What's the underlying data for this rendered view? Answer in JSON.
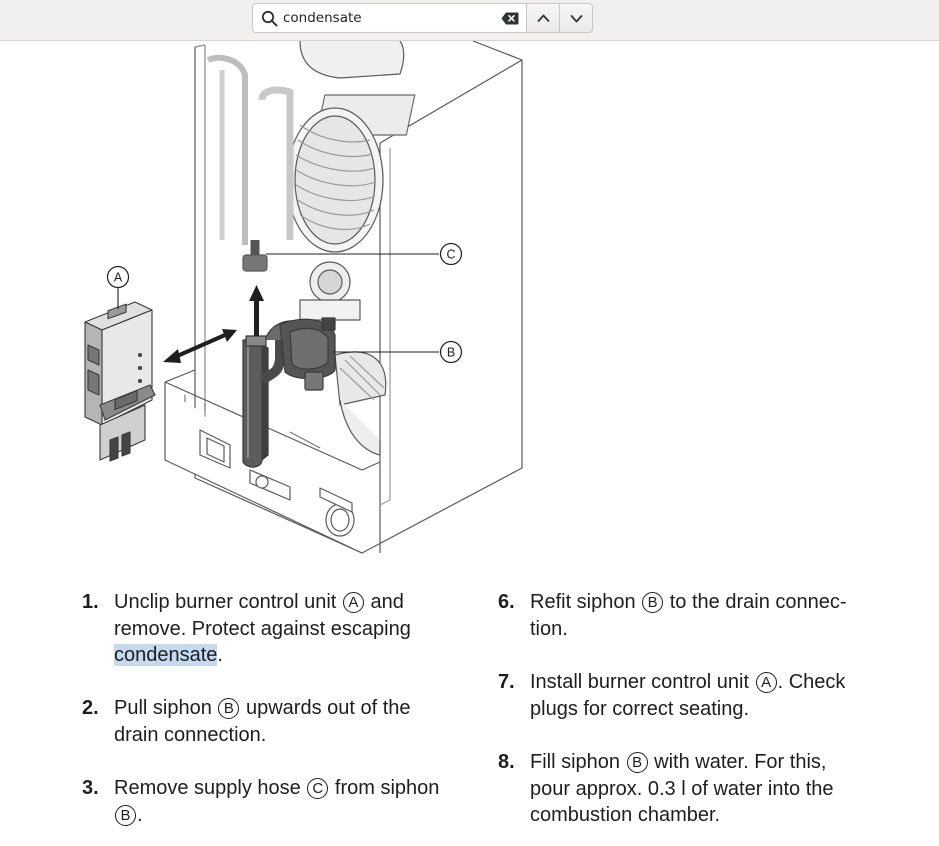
{
  "find_bar": {
    "query": "condensate"
  },
  "diagram": {
    "callouts": {
      "a": "A",
      "b": "B",
      "c": "C"
    }
  },
  "steps": [
    {
      "num": "1.",
      "before": "Unclip burner control unit",
      "marker": "A",
      "line1_end": "and",
      "line2": "remove. Protect against escaping",
      "highlight": "condensate",
      "after": "."
    },
    {
      "num": "2.",
      "before": "Pull siphon",
      "marker": "B",
      "line1_end": "upwards out of the",
      "line2": "drain connection."
    },
    {
      "num": "3.",
      "before": "Remove supply hose",
      "marker": "C",
      "line1_end": "from siphon",
      "marker2": "B",
      "after": "."
    },
    {
      "num": "6.",
      "before": "Refit siphon",
      "marker": "B",
      "line1_end": "to the drain connec-",
      "line2": "tion."
    },
    {
      "num": "7.",
      "before": "Install burner control unit",
      "marker": "A",
      "line1_end": ". Check",
      "line2": "plugs for correct seating."
    },
    {
      "num": "8.",
      "before": "Fill siphon",
      "marker": "B",
      "line1_end": "with water. For this,",
      "line2": "pour approx. 0.3 l of water into the",
      "line3": "combustion chamber."
    }
  ]
}
